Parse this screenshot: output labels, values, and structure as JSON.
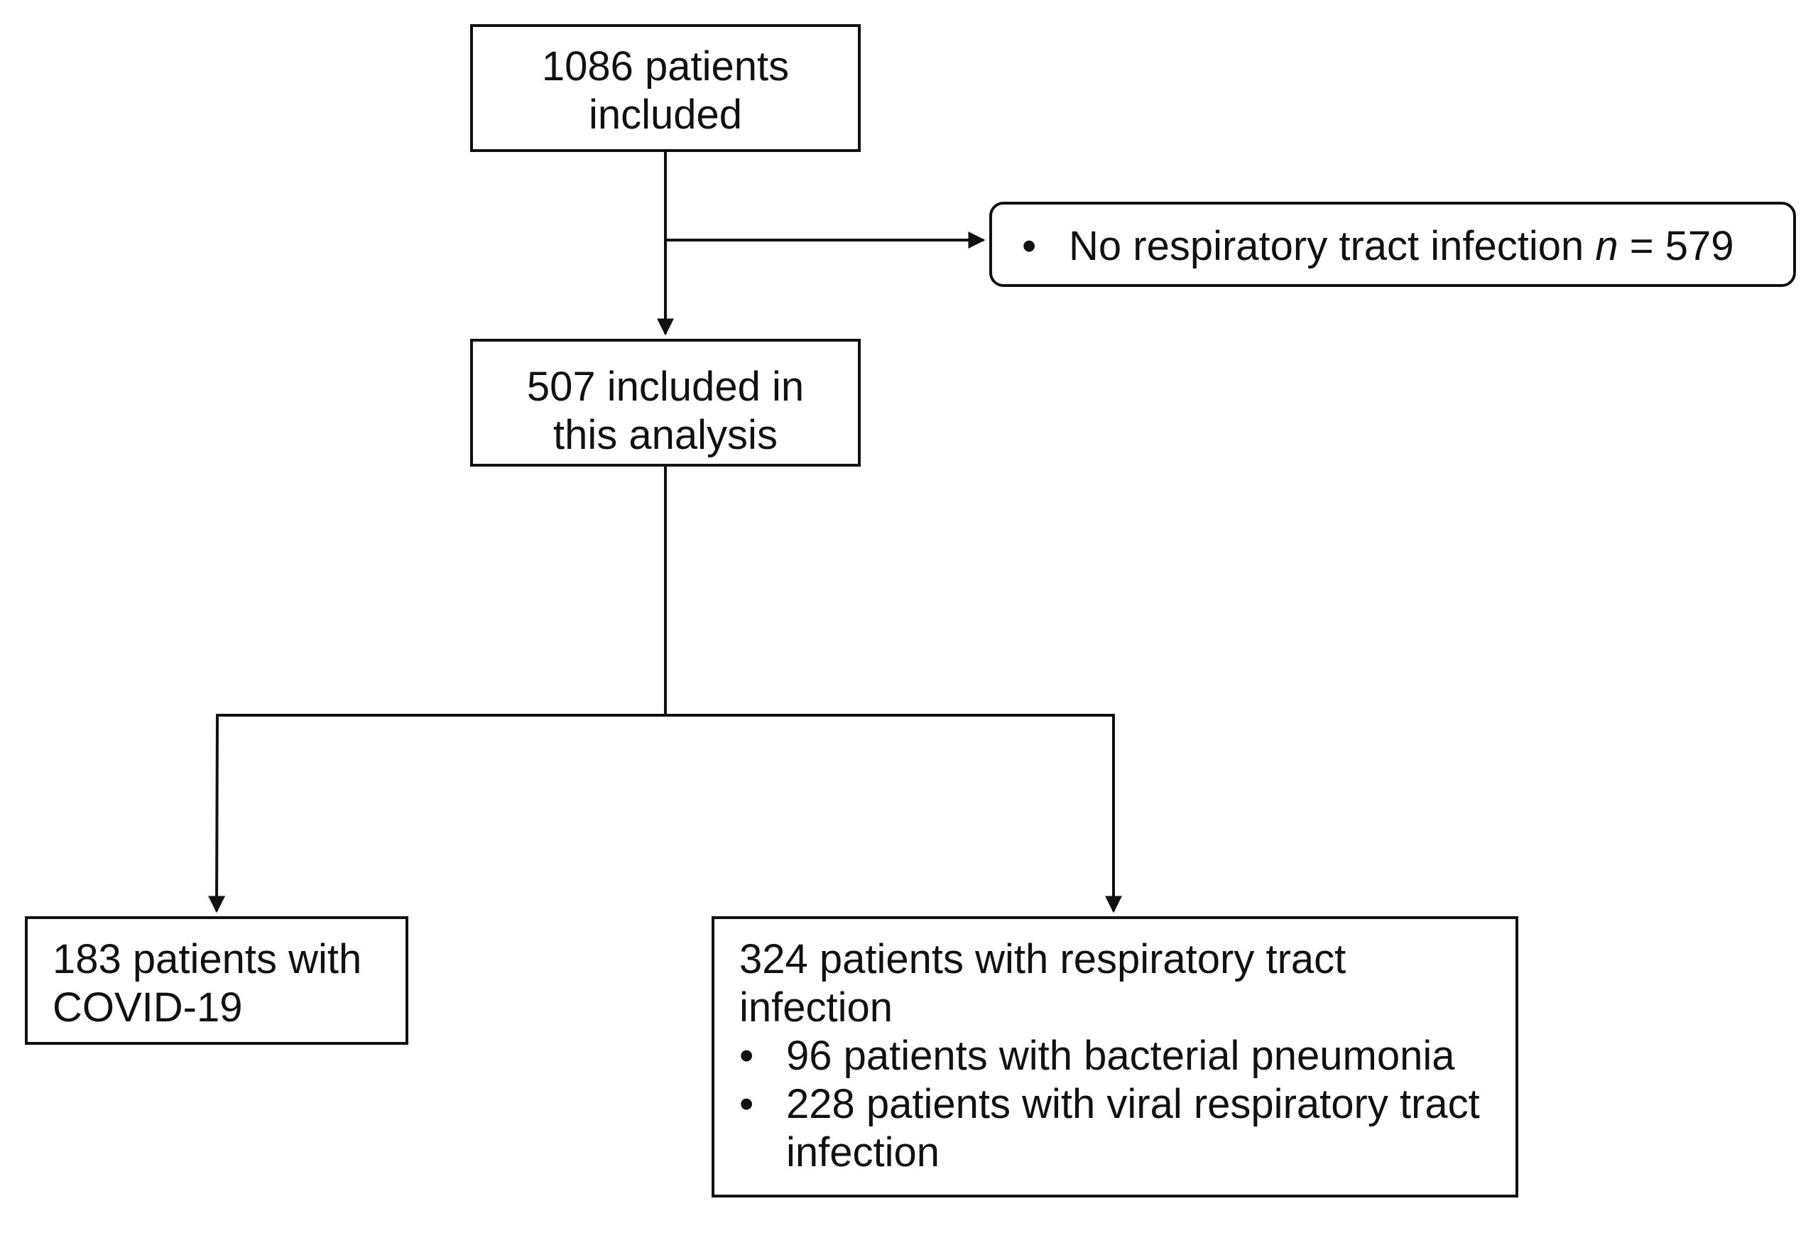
{
  "boxes": {
    "total": {
      "lines": [
        "1086 patients",
        "included"
      ]
    },
    "excluded": {
      "bullet": "•",
      "text": "No respiratory tract infection ",
      "n_symbol": "n",
      "n_value": " = 579"
    },
    "analysis": {
      "lines": [
        "507 included in",
        "this analysis"
      ]
    },
    "covid": {
      "lines": [
        "183 patients with",
        "COVID-19"
      ]
    },
    "rti": {
      "lines": [
        "324 patients with respiratory tract",
        "infection"
      ],
      "bullets": [
        {
          "bullet": "•",
          "lines": [
            "96 patients with bacterial pneumonia"
          ]
        },
        {
          "bullet": "•",
          "lines": [
            "228 patients with viral respiratory tract",
            "infection"
          ]
        }
      ]
    }
  }
}
